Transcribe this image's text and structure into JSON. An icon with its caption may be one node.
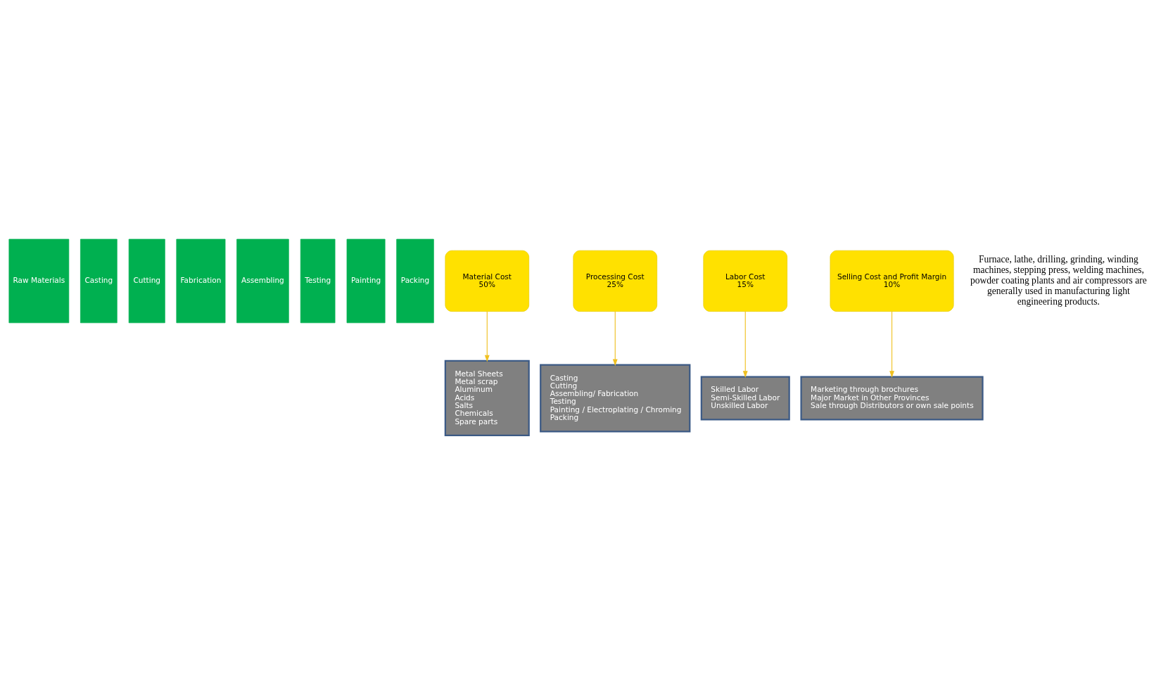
{
  "diagram": {
    "nodes": [
      {
        "text": [
          "Raw Materials"
        ]
      },
      {
        "text": [
          "Casting"
        ]
      },
      {
        "text": [
          "Cutting"
        ]
      },
      {
        "text": [
          "Fabrication"
        ]
      },
      {
        "text": [
          "Assembling"
        ]
      },
      {
        "text": [
          "Testing"
        ]
      },
      {
        "text": [
          "Painting"
        ]
      },
      {
        "text": [
          "Packing"
        ]
      },
      {
        "text": [
          "Material Cost",
          "50%"
        ]
      },
      {
        "text": [
          "Processing Cost",
          "25%"
        ]
      },
      {
        "text": [
          "Labor Cost",
          "15%"
        ]
      },
      {
        "text": [
          "Selling Cost and Profit Margin",
          "10%"
        ]
      },
      {
        "text": [
          "Metal Sheets",
          "Metal scrap",
          "Aluminum",
          "Acids",
          "Salts",
          "Chemicals",
          "Spare parts"
        ]
      },
      {
        "text": [
          "Casting",
          "Cutting",
          "Assembling/ Fabrication",
          "Testing",
          "Painting / Electroplating / Chroming",
          "Packing"
        ]
      },
      {
        "text": [
          "Skilled Labor",
          "Semi-Skilled Labor",
          "Unskilled Labor"
        ]
      },
      {
        "text": [
          "Marketing through brochures",
          "Major Market in Other Provinces",
          "Sale through Distributors or own sale points"
        ]
      }
    ],
    "edges": [
      {
        "from": 8,
        "to": 12,
        "arrow": "to"
      },
      {
        "from": 9,
        "to": 13,
        "arrow": "to"
      },
      {
        "from": 10,
        "to": 14,
        "arrow": "to"
      },
      {
        "from": 11,
        "to": 15,
        "arrow": "to"
      }
    ],
    "labels": [
      "Furnace, lathe, drilling, grinding, winding machines, stepping press, welding machines, powder coating plants and air compressors are generally used in manufacturing light engineering products."
    ]
  }
}
